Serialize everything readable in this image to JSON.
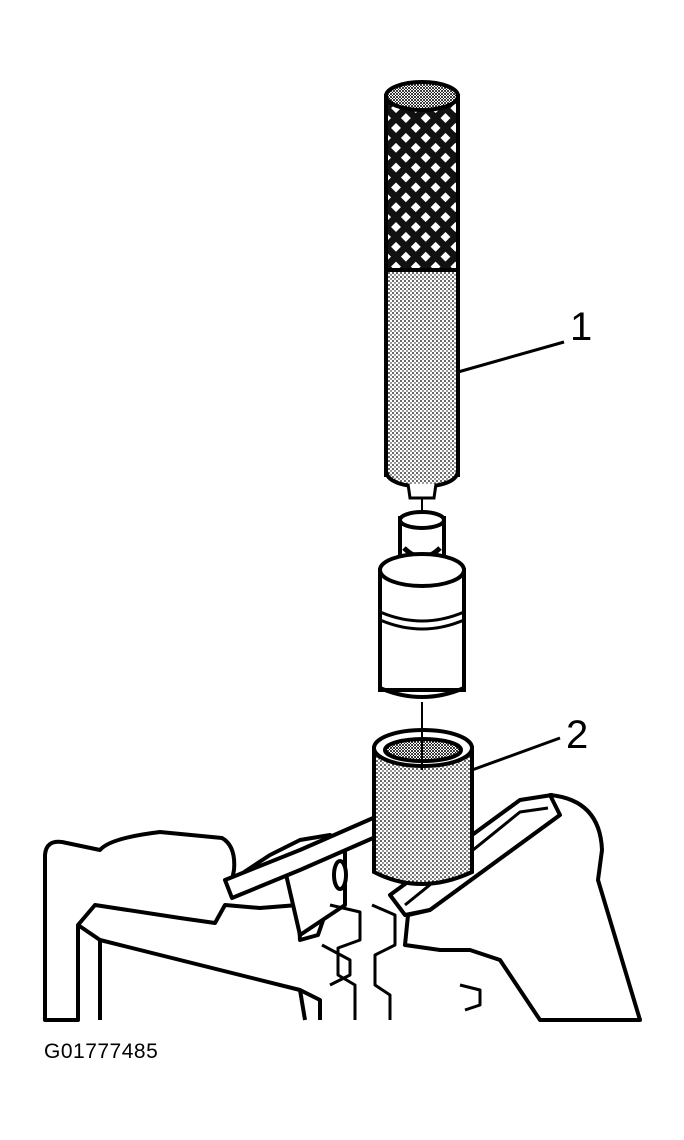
{
  "callouts": {
    "one": "1",
    "two": "2"
  },
  "figure_id": "G01777485",
  "components": [
    {
      "name": "driver-handle",
      "callout": "1"
    },
    {
      "name": "lifter-assembly"
    },
    {
      "name": "receiver-cup",
      "callout": "2"
    },
    {
      "name": "bench-vise"
    }
  ]
}
